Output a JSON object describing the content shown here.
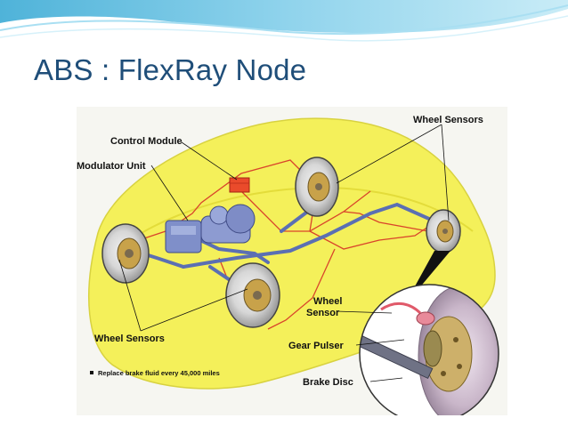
{
  "slide": {
    "title": "ABS : FlexRay Node",
    "colors": {
      "title": "#1f4e79",
      "header_wave": "#5bc0de",
      "car_body": "#f4f05a"
    }
  },
  "diagram": {
    "labels": {
      "control_module": "Control Module",
      "modulator_unit": "Modulator Unit",
      "wheel_sensors_top": "Wheel Sensors",
      "wheel_sensors_bottom": "Wheel Sensors",
      "wheel_sensor_line1": "Wheel",
      "wheel_sensor_line2": "Sensor",
      "gear_pulser": "Gear Pulser",
      "brake_disc": "Brake Disc"
    },
    "note": "Replace brake fluid every 45,000 miles"
  }
}
